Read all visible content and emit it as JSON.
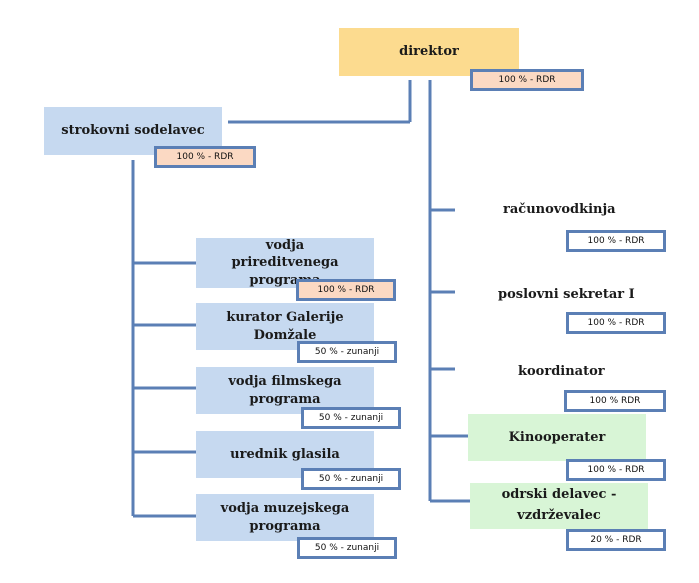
{
  "director": {
    "title": "direktor",
    "badge": "100 % - RDR"
  },
  "strokovni": {
    "title": "strokovni sodelavec",
    "badge": "100 % - RDR"
  },
  "left_branch": [
    {
      "title": "vodja prireditvenega programa",
      "badge": "100 % - RDR",
      "badge_type": "rdr"
    },
    {
      "title": "kurator Galerije Domžale",
      "badge": "50 % - zunanji",
      "badge_type": "external"
    },
    {
      "title": "vodja filmskega programa",
      "badge": "50 % - zunanji",
      "badge_type": "external"
    },
    {
      "title": "urednik glasila",
      "badge": "50 % - zunanji",
      "badge_type": "external"
    },
    {
      "title": "vodja muzejskega programa",
      "badge": "50 % - zunanji",
      "badge_type": "external"
    }
  ],
  "right_branch": [
    {
      "title": "računovodkinja",
      "badge": "100 % - RDR"
    },
    {
      "title": "poslovni sekretar I",
      "badge": "100 % - RDR"
    },
    {
      "title": "koordinator",
      "badge": "100 % RDR"
    },
    {
      "title": "Kinooperater",
      "badge": "100 % - RDR"
    },
    {
      "title": "odrski delavec - vzdrževalec",
      "badge": "20 % - RDR"
    }
  ],
  "colors": {
    "line": "#5b7fb5",
    "director_fill": "#fcdb8f",
    "left_fill": "#c6d9f0",
    "green_fill": "#d8f5d6",
    "rdr_fill": "#fbd9c3"
  }
}
